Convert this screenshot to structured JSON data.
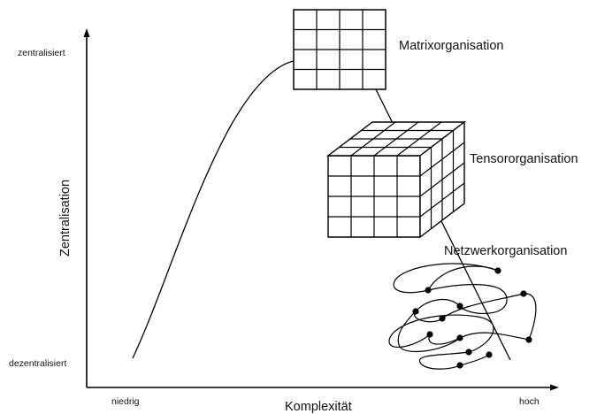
{
  "axes": {
    "x_label": "Komplexität",
    "y_label": "Zentralisation",
    "x_low": "niedrig",
    "x_high": "hoch",
    "y_high": "zentralisiert",
    "y_low": "dezentralisiert"
  },
  "labels": {
    "matrix": "Matrixorganisation",
    "tensor": "Tensororganisation",
    "network": "Netzwerkorganisation"
  },
  "colors": {
    "ink": "#000000",
    "background": "#ffffff"
  }
}
